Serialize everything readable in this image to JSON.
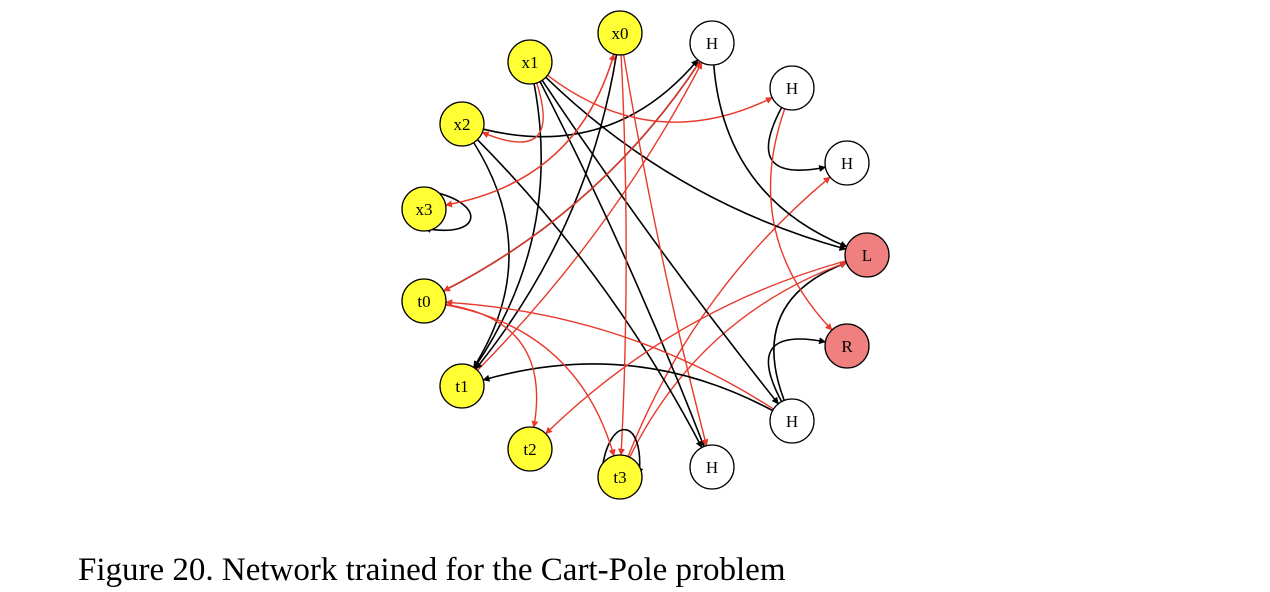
{
  "caption": "Figure 20. Network trained for the Cart-Pole problem",
  "colors": {
    "input_node": "#ffff33",
    "hidden_node": "#ffffff",
    "output_node": "#f08080",
    "edge_black": "#000000",
    "edge_red": "#e8392b"
  },
  "nodes": [
    {
      "id": "x0",
      "label": "x0",
      "kind": "input"
    },
    {
      "id": "x1",
      "label": "x1",
      "kind": "input"
    },
    {
      "id": "x2",
      "label": "x2",
      "kind": "input"
    },
    {
      "id": "x3",
      "label": "x3",
      "kind": "input"
    },
    {
      "id": "t0",
      "label": "t0",
      "kind": "input"
    },
    {
      "id": "t1",
      "label": "t1",
      "kind": "input"
    },
    {
      "id": "t2",
      "label": "t2",
      "kind": "input"
    },
    {
      "id": "t3",
      "label": "t3",
      "kind": "input"
    },
    {
      "id": "h1",
      "label": "H",
      "kind": "hidden"
    },
    {
      "id": "h2",
      "label": "H",
      "kind": "hidden"
    },
    {
      "id": "h3",
      "label": "H",
      "kind": "hidden"
    },
    {
      "id": "L",
      "label": "L",
      "kind": "output"
    },
    {
      "id": "R",
      "label": "R",
      "kind": "output"
    },
    {
      "id": "h4",
      "label": "H",
      "kind": "hidden"
    },
    {
      "id": "h5",
      "label": "H",
      "kind": "hidden"
    }
  ],
  "edges": [
    {
      "from": "x2",
      "to": "h1",
      "color": "black"
    },
    {
      "from": "t0",
      "to": "h1",
      "color": "black"
    },
    {
      "from": "t1",
      "to": "h1",
      "color": "red"
    },
    {
      "from": "x1",
      "to": "h2",
      "color": "red"
    },
    {
      "from": "h2",
      "to": "h3",
      "color": "black"
    },
    {
      "from": "t3",
      "to": "h3",
      "color": "red"
    },
    {
      "from": "x1",
      "to": "L",
      "color": "black"
    },
    {
      "from": "h1",
      "to": "L",
      "color": "black"
    },
    {
      "from": "h4",
      "to": "L",
      "color": "black"
    },
    {
      "from": "t3",
      "to": "L",
      "color": "red"
    },
    {
      "from": "h2",
      "to": "R",
      "color": "red"
    },
    {
      "from": "h4",
      "to": "R",
      "color": "black"
    },
    {
      "from": "x1",
      "to": "h4",
      "color": "black"
    },
    {
      "from": "x1",
      "to": "h5",
      "color": "black"
    },
    {
      "from": "x2",
      "to": "h5",
      "color": "black"
    },
    {
      "from": "x0",
      "to": "h5",
      "color": "red"
    },
    {
      "from": "x0",
      "to": "x3",
      "color": "red"
    },
    {
      "from": "x3",
      "to": "x3",
      "color": "black"
    },
    {
      "from": "x1",
      "to": "t1",
      "color": "black"
    },
    {
      "from": "x0",
      "to": "t1",
      "color": "black"
    },
    {
      "from": "x2",
      "to": "t1",
      "color": "black"
    },
    {
      "from": "h4",
      "to": "t1",
      "color": "black"
    },
    {
      "from": "x1",
      "to": "x2",
      "color": "red"
    },
    {
      "from": "h4",
      "to": "t0",
      "color": "red"
    },
    {
      "from": "h1",
      "to": "t0",
      "color": "red"
    },
    {
      "from": "t0",
      "to": "t2",
      "color": "red"
    },
    {
      "from": "L",
      "to": "t2",
      "color": "red"
    },
    {
      "from": "x0",
      "to": "t3",
      "color": "red"
    },
    {
      "from": "t3",
      "to": "t3",
      "color": "black"
    },
    {
      "from": "t0",
      "to": "t3",
      "color": "red"
    },
    {
      "from": "x3",
      "to": "x0",
      "color": "red"
    }
  ]
}
